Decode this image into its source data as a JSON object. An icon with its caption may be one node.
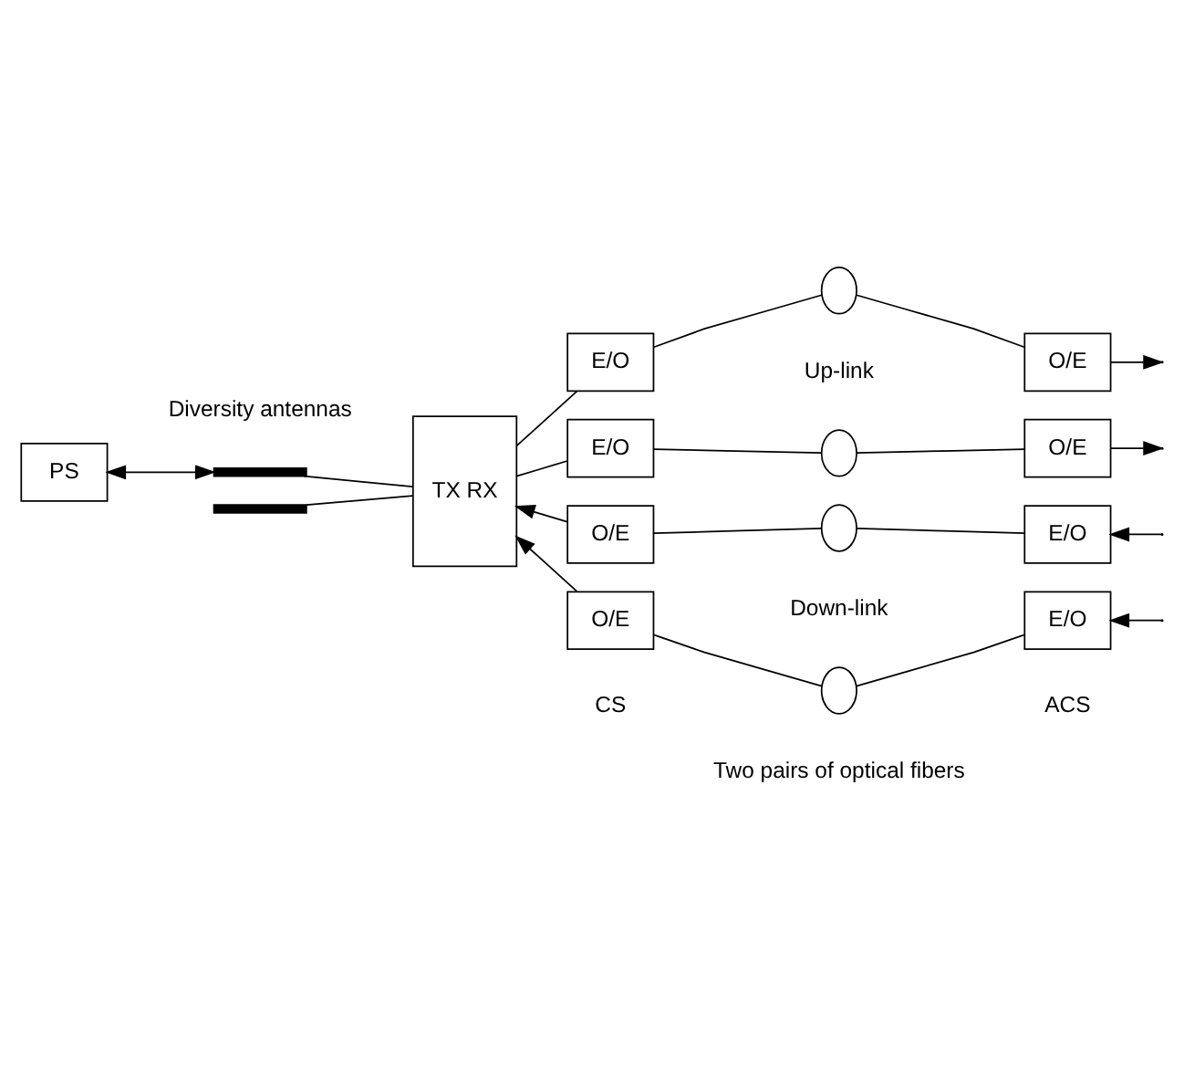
{
  "diagram": {
    "nodes": [
      {
        "text": [
          "PS"
        ]
      },
      {
        "text": [],
        "shape": "bar"
      },
      {
        "text": [],
        "shape": "bar"
      },
      {
        "text": [
          "TX RX"
        ]
      },
      {
        "text": [
          "E/O"
        ]
      },
      {
        "text": [],
        "shape": "circle"
      },
      {
        "text": [
          "O/E"
        ]
      },
      {
        "text": [
          "E/O"
        ]
      },
      {
        "text": [],
        "shape": "circle"
      },
      {
        "text": [
          "O/E"
        ]
      },
      {
        "text": [
          "O/E"
        ]
      },
      {
        "text": [],
        "shape": "circle"
      },
      {
        "text": [
          "E/O"
        ]
      },
      {
        "text": [
          "O/E"
        ]
      },
      {
        "text": [],
        "shape": "circle"
      },
      {
        "text": [
          "E/O"
        ]
      }
    ],
    "edges": [
      {
        "from": 0,
        "to": 1,
        "arrow": "both"
      },
      {
        "from": 1,
        "to": 3,
        "arrow": "none"
      },
      {
        "from": 2,
        "to": 3,
        "arrow": "none"
      },
      {
        "from": 3,
        "to": 4,
        "arrow": "none"
      },
      {
        "from": 4,
        "to": 5,
        "arrow": "none"
      },
      {
        "from": 5,
        "to": 6,
        "arrow": "none"
      },
      {
        "from": 6,
        "to": null,
        "arrow": "to"
      },
      {
        "from": 3,
        "to": 7,
        "arrow": "none"
      },
      {
        "from": 7,
        "to": 8,
        "arrow": "none"
      },
      {
        "from": 8,
        "to": 9,
        "arrow": "none"
      },
      {
        "from": 9,
        "to": null,
        "arrow": "to"
      },
      {
        "from": null,
        "to": 12,
        "arrow": "to"
      },
      {
        "from": 12,
        "to": 11,
        "arrow": "none"
      },
      {
        "from": 11,
        "to": 10,
        "arrow": "none"
      },
      {
        "from": 10,
        "to": 3,
        "arrow": "to"
      },
      {
        "from": null,
        "to": 15,
        "arrow": "to"
      },
      {
        "from": 15,
        "to": 14,
        "arrow": "none"
      },
      {
        "from": 14,
        "to": 13,
        "arrow": "none"
      },
      {
        "from": 13,
        "to": 3,
        "arrow": "to"
      }
    ],
    "labels": [
      "Diversity antennas",
      "Up-link",
      "Down-link",
      "CS",
      "ACS",
      "Two pairs of optical fibers"
    ]
  }
}
